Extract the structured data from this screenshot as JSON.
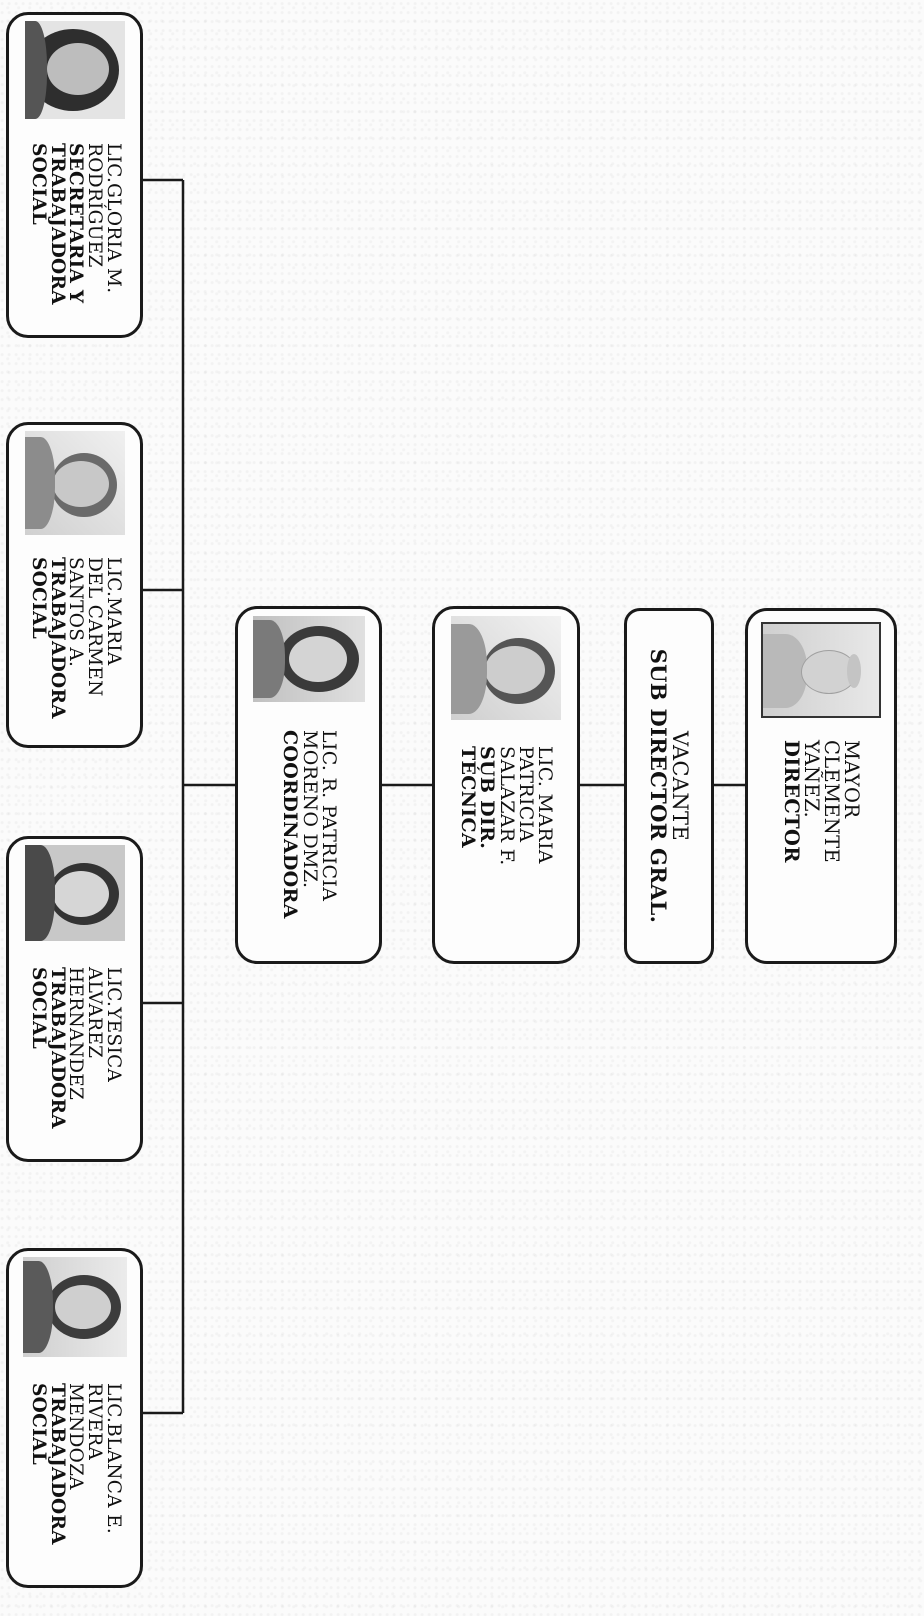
{
  "top_row": [
    {
      "id": "director",
      "lines": [
        {
          "text": "MAYOR",
          "bold": false
        },
        {
          "text": "CLEMENTE",
          "bold": false
        },
        {
          "text": "YAÑEZ.",
          "bold": false
        },
        {
          "text": "DIRECTOR",
          "bold": true
        }
      ],
      "has_photo": true,
      "photo_icon": "person-photo"
    },
    {
      "id": "sub-director-gral",
      "lines": [
        {
          "text": "VACANTE",
          "bold": false
        },
        {
          "text": "SUB DIRECTOR GRAL.",
          "bold": true
        }
      ],
      "has_photo": false
    },
    {
      "id": "sub-dir-tecnica",
      "lines": [
        {
          "text": "LIC. MARIA",
          "bold": false
        },
        {
          "text": "PATRICIA",
          "bold": false
        },
        {
          "text": "SALAZAR F.",
          "bold": false
        },
        {
          "text": "SUB DIR.",
          "bold": true
        },
        {
          "text": "TÉCNICA",
          "bold": true
        }
      ],
      "has_photo": true,
      "photo_icon": "person-photo"
    },
    {
      "id": "coordinadora",
      "lines": [
        {
          "text": "LIC. R. PATRICIA",
          "bold": false
        },
        {
          "text": "MORENO DMZ.",
          "bold": false
        },
        {
          "text": "COORDINADORA",
          "bold": true
        }
      ],
      "has_photo": true,
      "photo_icon": "person-photo"
    }
  ],
  "staff": [
    {
      "id": "gloria",
      "lines": [
        {
          "text": "LIC.GLORIA M.",
          "bold": false
        },
        {
          "text": "RODRÍGUEZ",
          "bold": false
        },
        {
          "text": "SECRETARIA Y",
          "bold": true
        },
        {
          "text": "TRABAJADORA",
          "bold": true
        },
        {
          "text": "SOCIAL",
          "bold": true
        }
      ],
      "photo_icon": "person-photo"
    },
    {
      "id": "maria-del-carmen",
      "lines": [
        {
          "text": "LIC.MARIA",
          "bold": false
        },
        {
          "text": "DEL CARMEN",
          "bold": false
        },
        {
          "text": "SANTOS A.",
          "bold": false
        },
        {
          "text": "TRABAJADORA",
          "bold": true
        },
        {
          "text": "SOCIAL",
          "bold": true
        }
      ],
      "photo_icon": "person-photo"
    },
    {
      "id": "yesica",
      "lines": [
        {
          "text": "LIC.YESICA",
          "bold": false
        },
        {
          "text": "ALVAREZ",
          "bold": false
        },
        {
          "text": "HERNANDEZ",
          "bold": false
        },
        {
          "text": "TRABAJADORA",
          "bold": true
        },
        {
          "text": "SOCIAL",
          "bold": true
        }
      ],
      "photo_icon": "person-photo"
    },
    {
      "id": "blanca",
      "lines": [
        {
          "text": "LIC.BLANCA E.",
          "bold": false
        },
        {
          "text": "RIVERA",
          "bold": false
        },
        {
          "text": "MENDOZA",
          "bold": false
        },
        {
          "text": "TRABAJADORA",
          "bold": true
        },
        {
          "text": "SOCIAL",
          "bold": true
        }
      ],
      "photo_icon": "person-photo"
    }
  ],
  "colors": {
    "line": "#1a1a1a",
    "box_border": "#1a1a1a",
    "text": "#111111"
  }
}
